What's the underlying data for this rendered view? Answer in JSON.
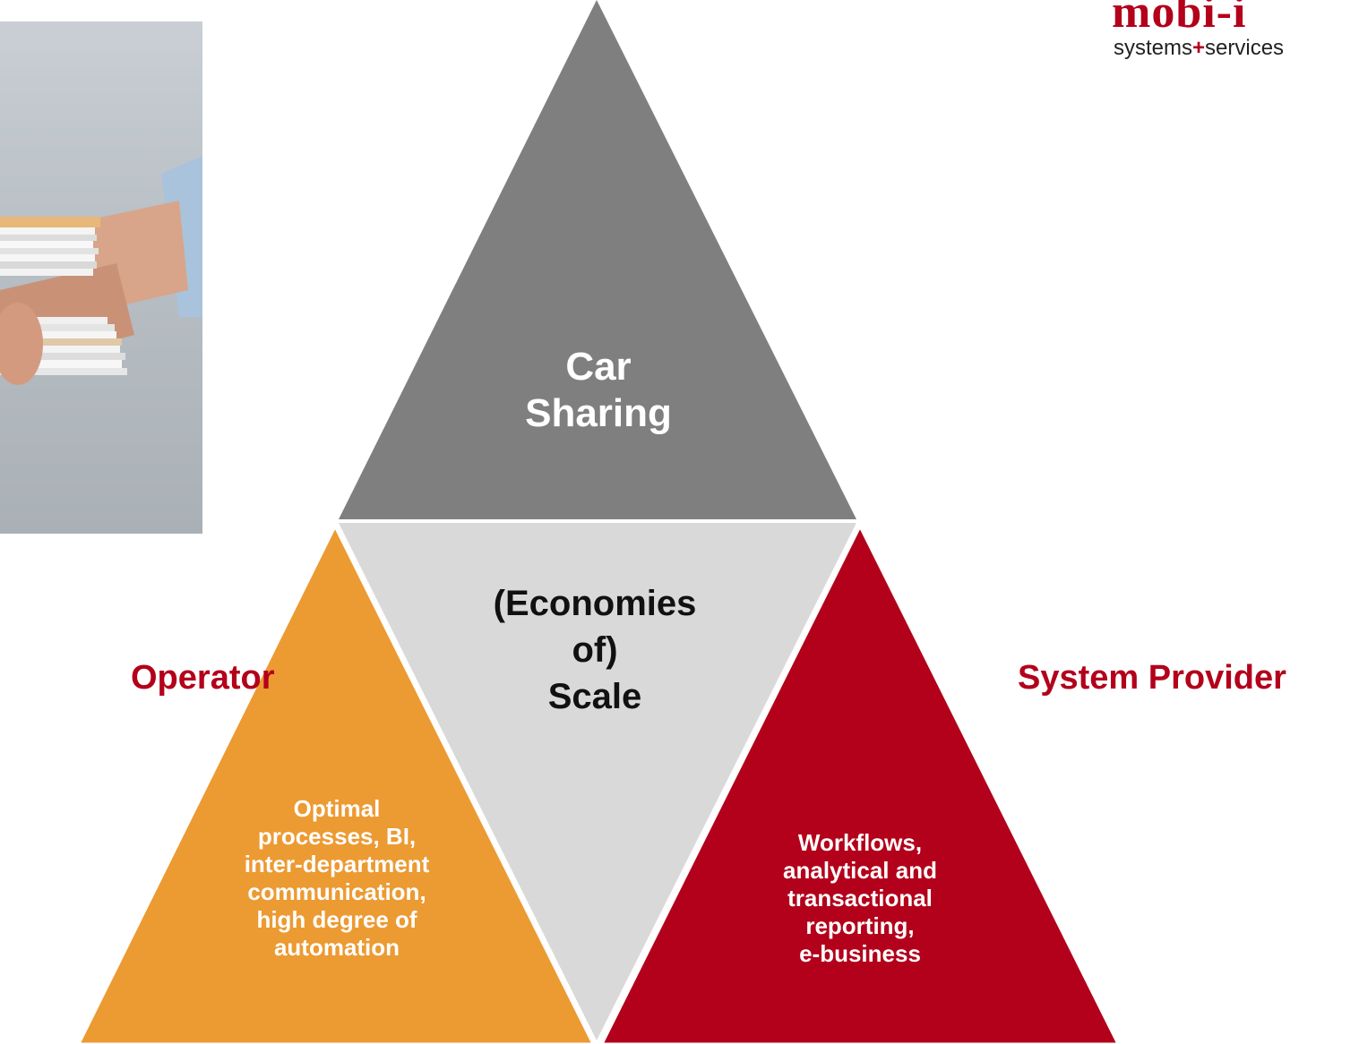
{
  "logo": {
    "wordmark": "mobi-i",
    "tagline_part1": "systems",
    "tagline_plus": "+",
    "tagline_part2": "services"
  },
  "diagram": {
    "top": {
      "text_lines": [
        "Car",
        "Sharing"
      ],
      "color": "#7f7f7f"
    },
    "center": {
      "text_lines": [
        "(Economies",
        "of)",
        "Scale"
      ],
      "color": "#d9d9d9"
    },
    "left": {
      "text_lines": [
        "Optimal",
        "processes, BI,",
        "inter-department",
        "communication,",
        "high degree of",
        "automation"
      ],
      "color": "#ec9a32"
    },
    "right": {
      "text_lines": [
        "Workflows,",
        "analytical and",
        "transactional",
        "reporting,",
        "e-business"
      ],
      "color": "#b3001b"
    },
    "operator_label": "Operator",
    "provider_label": "System Provider",
    "label_color": "#b3001b"
  }
}
